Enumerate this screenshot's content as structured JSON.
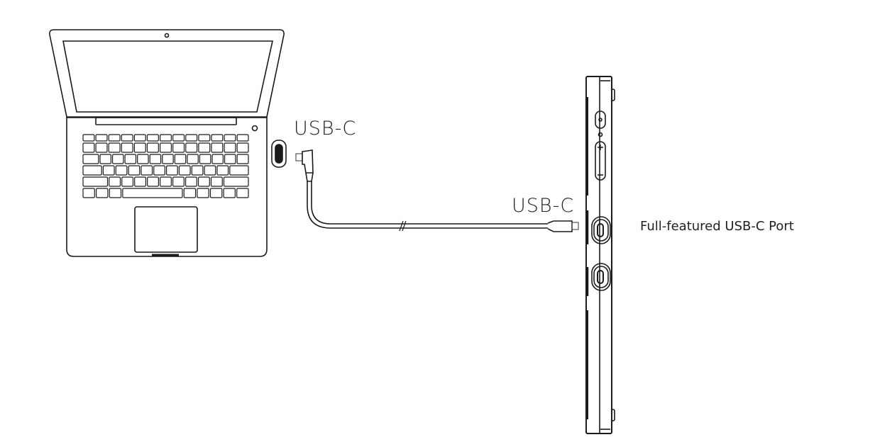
{
  "labels": {
    "laptop_port": "USB-C",
    "device_port": "USB-C",
    "port_caption": "Full-featured USB-C Port"
  },
  "colors": {
    "line": "#1a1a1a",
    "background": "#ffffff"
  }
}
